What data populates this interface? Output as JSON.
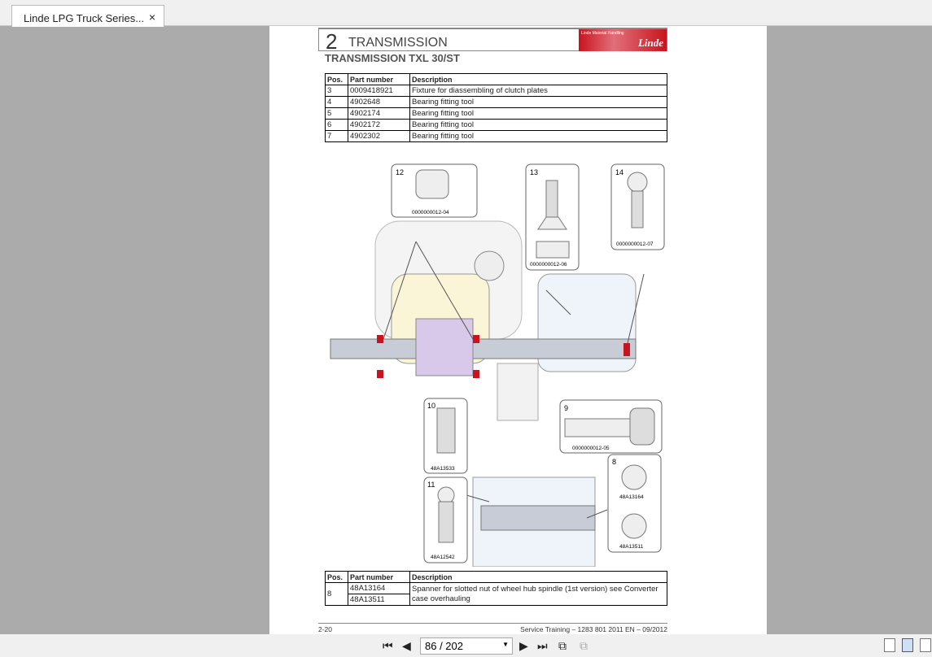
{
  "tab": {
    "title": "Linde LPG Truck Series...",
    "close": "×"
  },
  "header": {
    "chapter": "2",
    "title": "TRANSMISSION",
    "logo_small": "Linde Material Handling",
    "logo_brand": "Linde",
    "subtitle": "TRANSMISSION TXL 30/ST"
  },
  "table1": {
    "headers": [
      "Pos.",
      "Part number",
      "Description"
    ],
    "rows": [
      [
        "3",
        "0009418921",
        "Fixture for diassembling of clutch plates"
      ],
      [
        "4",
        "4902648",
        "Bearing fitting tool"
      ],
      [
        "5",
        "4902174",
        "Bearing fitting tool"
      ],
      [
        "6",
        "4902172",
        "Bearing fitting tool"
      ],
      [
        "7",
        "4902302",
        "Bearing fitting tool"
      ]
    ]
  },
  "callouts": [
    {
      "num": "12",
      "code": "0000000012-04"
    },
    {
      "num": "13",
      "code": "0000000012-06"
    },
    {
      "num": "14",
      "code": "0000000012-07"
    },
    {
      "num": "10",
      "code": "48A13533"
    },
    {
      "num": "9",
      "code": "0000000012-05"
    },
    {
      "num": "8",
      "code": "48A13164",
      "code2": "48A13511"
    },
    {
      "num": "11",
      "code": "48A12542"
    }
  ],
  "table2": {
    "headers": [
      "Pos.",
      "Part number",
      "Description"
    ],
    "pos": "8",
    "parts": [
      "48A13164",
      "48A13511"
    ],
    "desc": "Spanner for slotted nut of wheel hub spindle (1st version) see Converter case overhauling"
  },
  "footer": {
    "page": "2-20",
    "ref": "Service Training – 1283 801 2011 EN – 09/2012"
  },
  "toolbar": {
    "page_value": "86 / 202",
    "colors": {
      "accent": "#c8141e"
    }
  }
}
